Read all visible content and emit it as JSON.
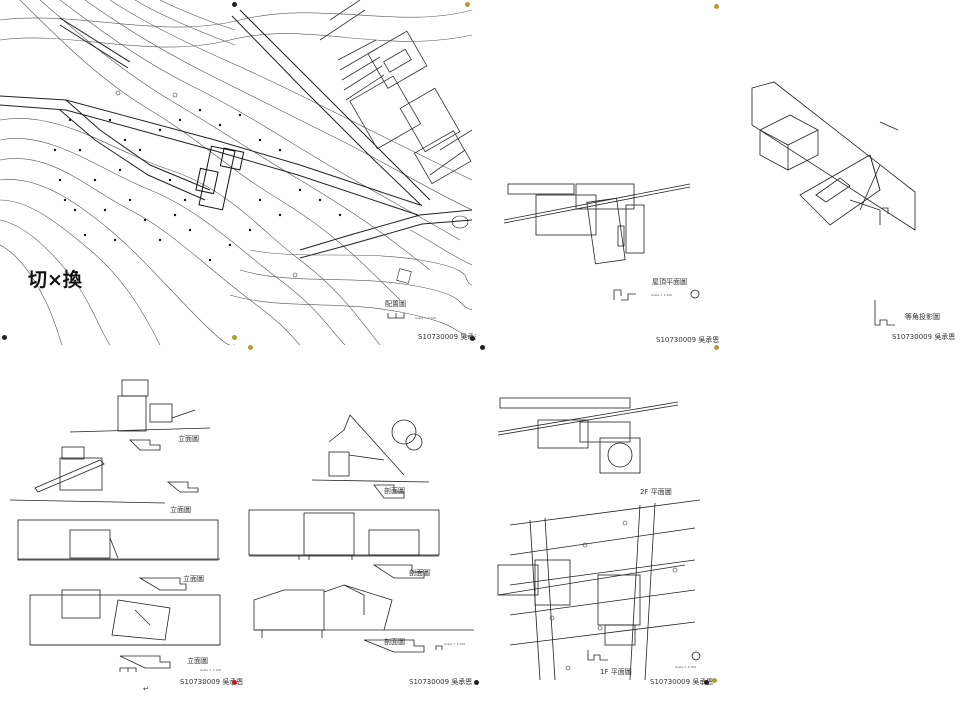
{
  "sheets": {
    "site": {
      "title": "切×換",
      "plan_label": "配置圖",
      "scale": "Scale = 1:500",
      "signature": "S10730009 吳承杰"
    },
    "roof": {
      "plan_label": "屋頂平面圖",
      "scale": "Scale = 1:100",
      "signature": "S10730009 吳承恩"
    },
    "iso": {
      "plan_label": "等角投影圖",
      "signature": "S10730009 吳承恩"
    },
    "elevations": {
      "labels": [
        "立面圖",
        "立面圖",
        "立面圖",
        "立面圖"
      ],
      "scale": "Scale = 1:100",
      "signature": "S10730009 吳承恩"
    },
    "sections": {
      "labels": [
        "剖面圖",
        "剖面圖",
        "剖面圖"
      ],
      "scale": "Scale = 1:100",
      "signature": "S10730009 吳承恩"
    },
    "floors": {
      "labels": [
        "2F 平面圖",
        "1F 平面圖"
      ],
      "scale": "Scale = 1:100",
      "signature": "S10730009 吳承恩"
    }
  },
  "footer_mark": "↵"
}
